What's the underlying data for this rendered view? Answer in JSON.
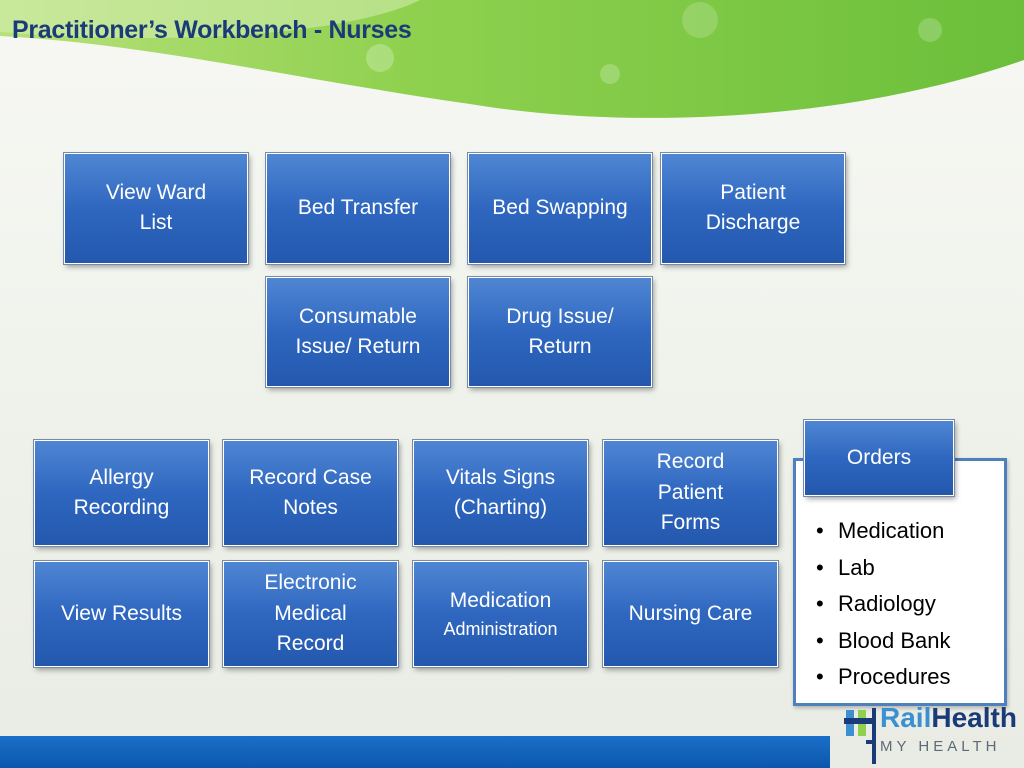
{
  "title": "Practitioner’s Workbench - Nurses",
  "row1": [
    {
      "lines": [
        "View Ward",
        "List"
      ]
    },
    {
      "lines": [
        "Bed Transfer"
      ]
    },
    {
      "lines": [
        "Bed Swapping"
      ]
    },
    {
      "lines": [
        "Patient",
        "Discharge"
      ]
    }
  ],
  "row2": [
    {
      "lines": [
        "Consumable",
        "Issue/ Return"
      ]
    },
    {
      "lines": [
        "Drug Issue/",
        "Return"
      ]
    }
  ],
  "row3": [
    {
      "lines": [
        "Allergy",
        "Recording"
      ]
    },
    {
      "lines": [
        "Record Case",
        "Notes"
      ]
    },
    {
      "lines": [
        "Vitals Signs",
        "(Charting)"
      ]
    },
    {
      "lines": [
        "Record",
        "Patient",
        "Forms"
      ]
    }
  ],
  "row4": [
    {
      "lines": [
        "View Results"
      ]
    },
    {
      "lines": [
        "Electronic",
        "Medical",
        "Record"
      ]
    },
    {
      "lines": [
        "Medication",
        "Administration"
      ]
    },
    {
      "lines": [
        "Nursing Care"
      ]
    }
  ],
  "orders": {
    "label": "Orders",
    "items": [
      "Medication",
      "Lab",
      "Radiology",
      "Blood Bank",
      "Procedures"
    ]
  },
  "logo": {
    "rail": "Rail",
    "health": "Health",
    "tagline": "MY HEALTH"
  },
  "colors": {
    "box": "#2f67c0",
    "title": "#1b3a78",
    "accent_green": "#8fd14f",
    "bottom_bar": "#0c57ad"
  }
}
